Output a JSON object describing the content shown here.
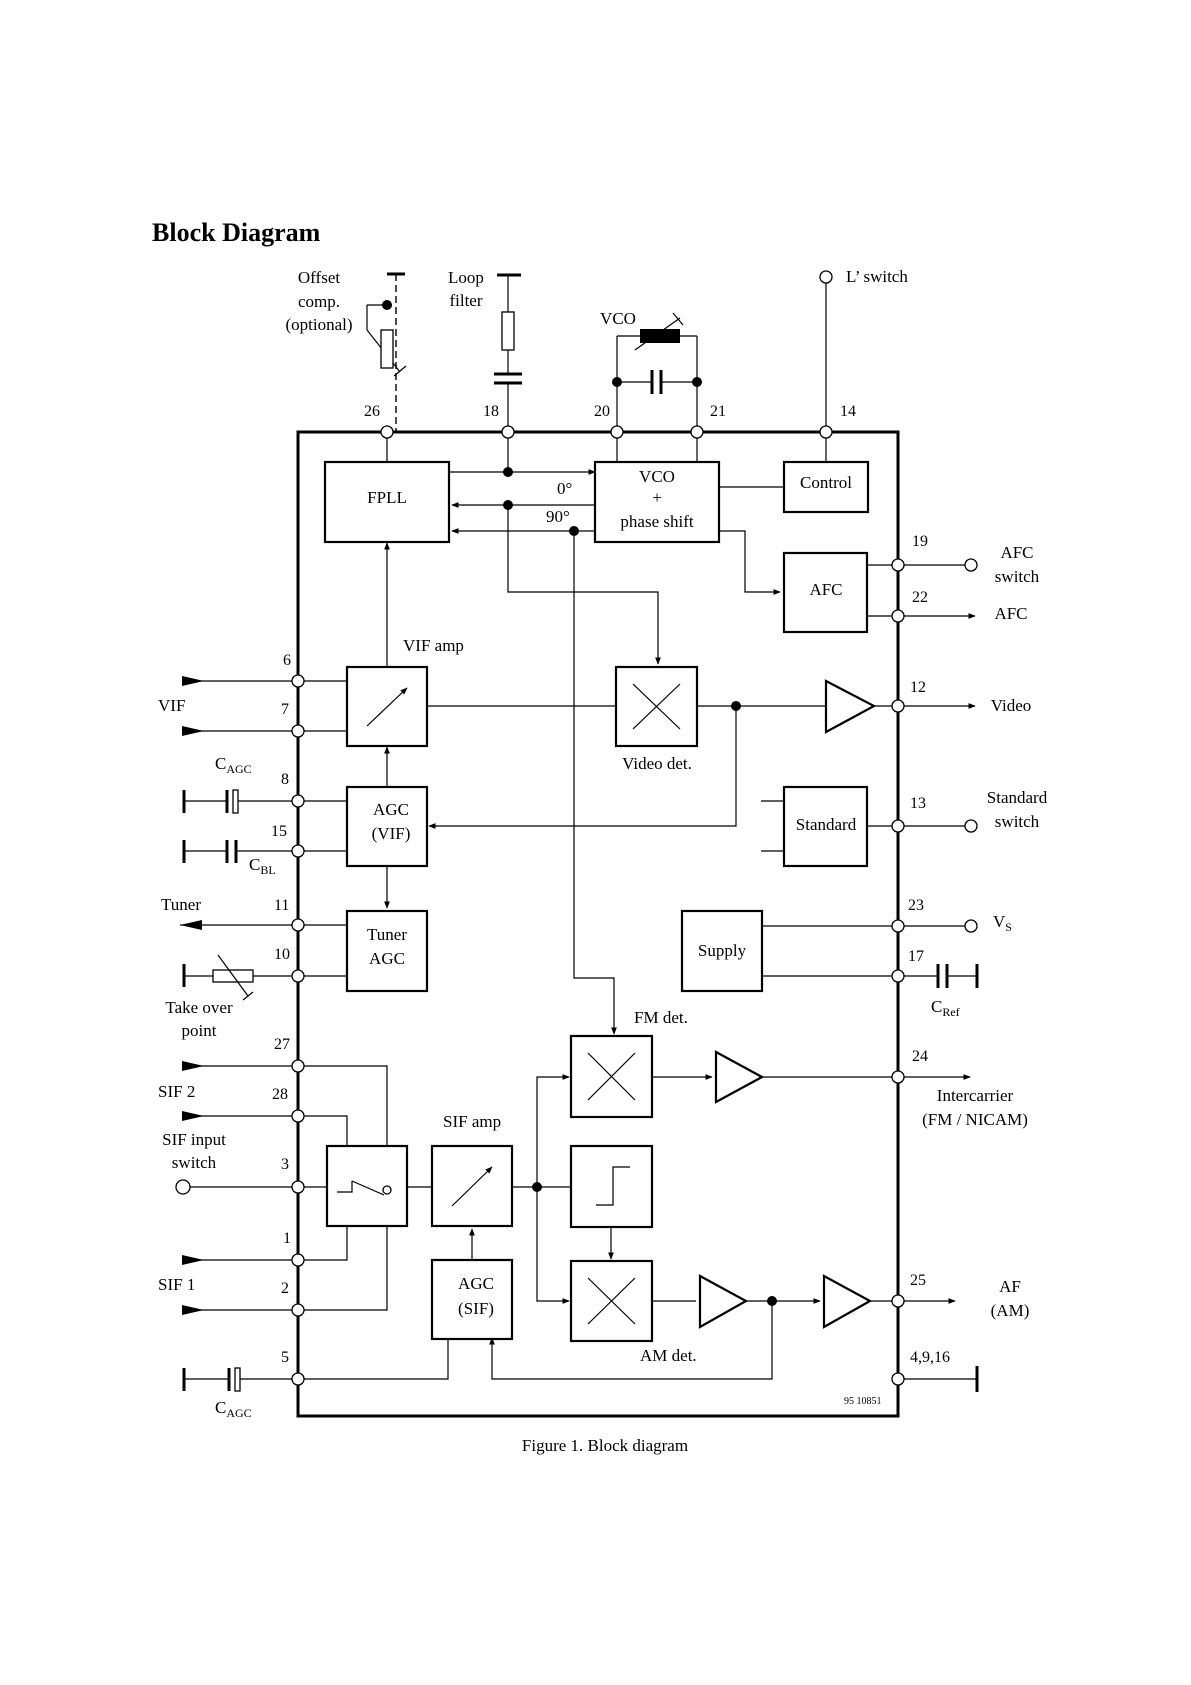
{
  "heading": "Block Diagram",
  "caption": "Figure 1.  Block diagram",
  "code": "95 10851",
  "blocks": {
    "fpll": "FPLL",
    "vco_line1": "VCO",
    "vco_line2": "+",
    "vco_line3": "phase shift",
    "control": "Control",
    "afc": "AFC",
    "agc_vif_1": "AGC",
    "agc_vif_2": "(VIF)",
    "tuner_agc_1": "Tuner",
    "tuner_agc_2": "AGC",
    "standard": "Standard",
    "supply": "Supply",
    "agc_sif_1": "AGC",
    "agc_sif_2": "(SIF)"
  },
  "labels": {
    "offset_1": "Offset",
    "offset_2": "comp.",
    "offset_3": "(optional)",
    "loop_1": "Loop",
    "loop_2": "filter",
    "vco_ext": "VCO",
    "l_switch": "L’ switch",
    "deg0": "0°",
    "deg90": "90°",
    "vif_amp": "VIF amp",
    "video_det": "Video det.",
    "fm_det": "FM det.",
    "sif_amp": "SIF amp",
    "am_det": "AM det.",
    "vif": "VIF",
    "cagc_main": "C",
    "cagc_sub": "AGC",
    "cbl_main": "C",
    "cbl_sub": "BL",
    "tuner": "Tuner",
    "takeover_1": "Take over",
    "takeover_2": "point",
    "sif2": "SIF 2",
    "sif_input_1": "SIF input",
    "sif_input_2": "switch",
    "sif1": "SIF 1",
    "cagc2_main": "C",
    "cagc2_sub": "AGC",
    "afc_switch_1": "AFC",
    "afc_switch_2": "switch",
    "afc_out": "AFC",
    "video_out": "Video",
    "standard_1": "Standard",
    "standard_2": "switch",
    "vs_main": "V",
    "vs_sub": "S",
    "cref_main": "C",
    "cref_sub": "Ref",
    "intercarrier_1": "Intercarrier",
    "intercarrier_2": "(FM / NICAM)",
    "af_1": "AF",
    "af_2": "(AM)"
  },
  "pins": {
    "p26": "26",
    "p18": "18",
    "p20": "20",
    "p21": "21",
    "p14": "14",
    "p6": "6",
    "p7": "7",
    "p8": "8",
    "p15": "15",
    "p11": "11",
    "p10": "10",
    "p27": "27",
    "p28": "28",
    "p3": "3",
    "p1": "1",
    "p2": "2",
    "p5": "5",
    "p19": "19",
    "p22": "22",
    "p12": "12",
    "p13": "13",
    "p23": "23",
    "p17": "17",
    "p24": "24",
    "p25": "25",
    "p4916": "4,9,16"
  }
}
